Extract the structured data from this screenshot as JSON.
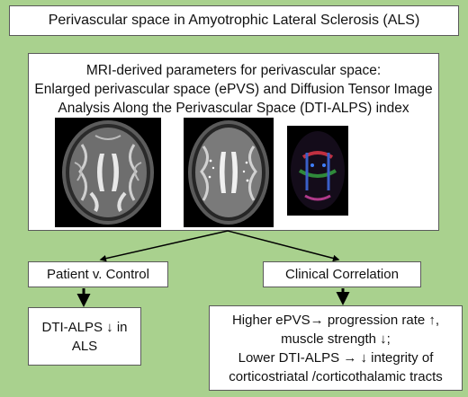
{
  "title": "Perivascular space in Amyotrophic Lateral Sclerosis (ALS)",
  "mri": {
    "lines": [
      "MRI-derived parameters for perivascular space:",
      "Enlarged perivascular space (ePVS) and Diffusion Tensor Image",
      "Analysis Along the Perivascular Space (DTI-ALPS) index"
    ],
    "images": [
      "axial-t2-mri-ventricles",
      "axial-t2-mri-perivascular",
      "dti-color-fa-map"
    ]
  },
  "branches": {
    "left": {
      "label": "Patient v. Control",
      "result_lines": [
        "DTI-ALPS ↓ in",
        "ALS"
      ]
    },
    "right": {
      "label": "Clinical Correlation",
      "result_lines": [
        "Higher ePVS→ progression rate ↑,",
        "muscle strength ↓;",
        "Lower DTI-ALPS → ↓ integrity of",
        "corticostriatal /corticothalamic tracts"
      ]
    }
  },
  "colors": {
    "background": "#a9d18e",
    "box_fill": "#ffffff",
    "box_border": "#5a5a5a",
    "arrow": "#000000"
  }
}
